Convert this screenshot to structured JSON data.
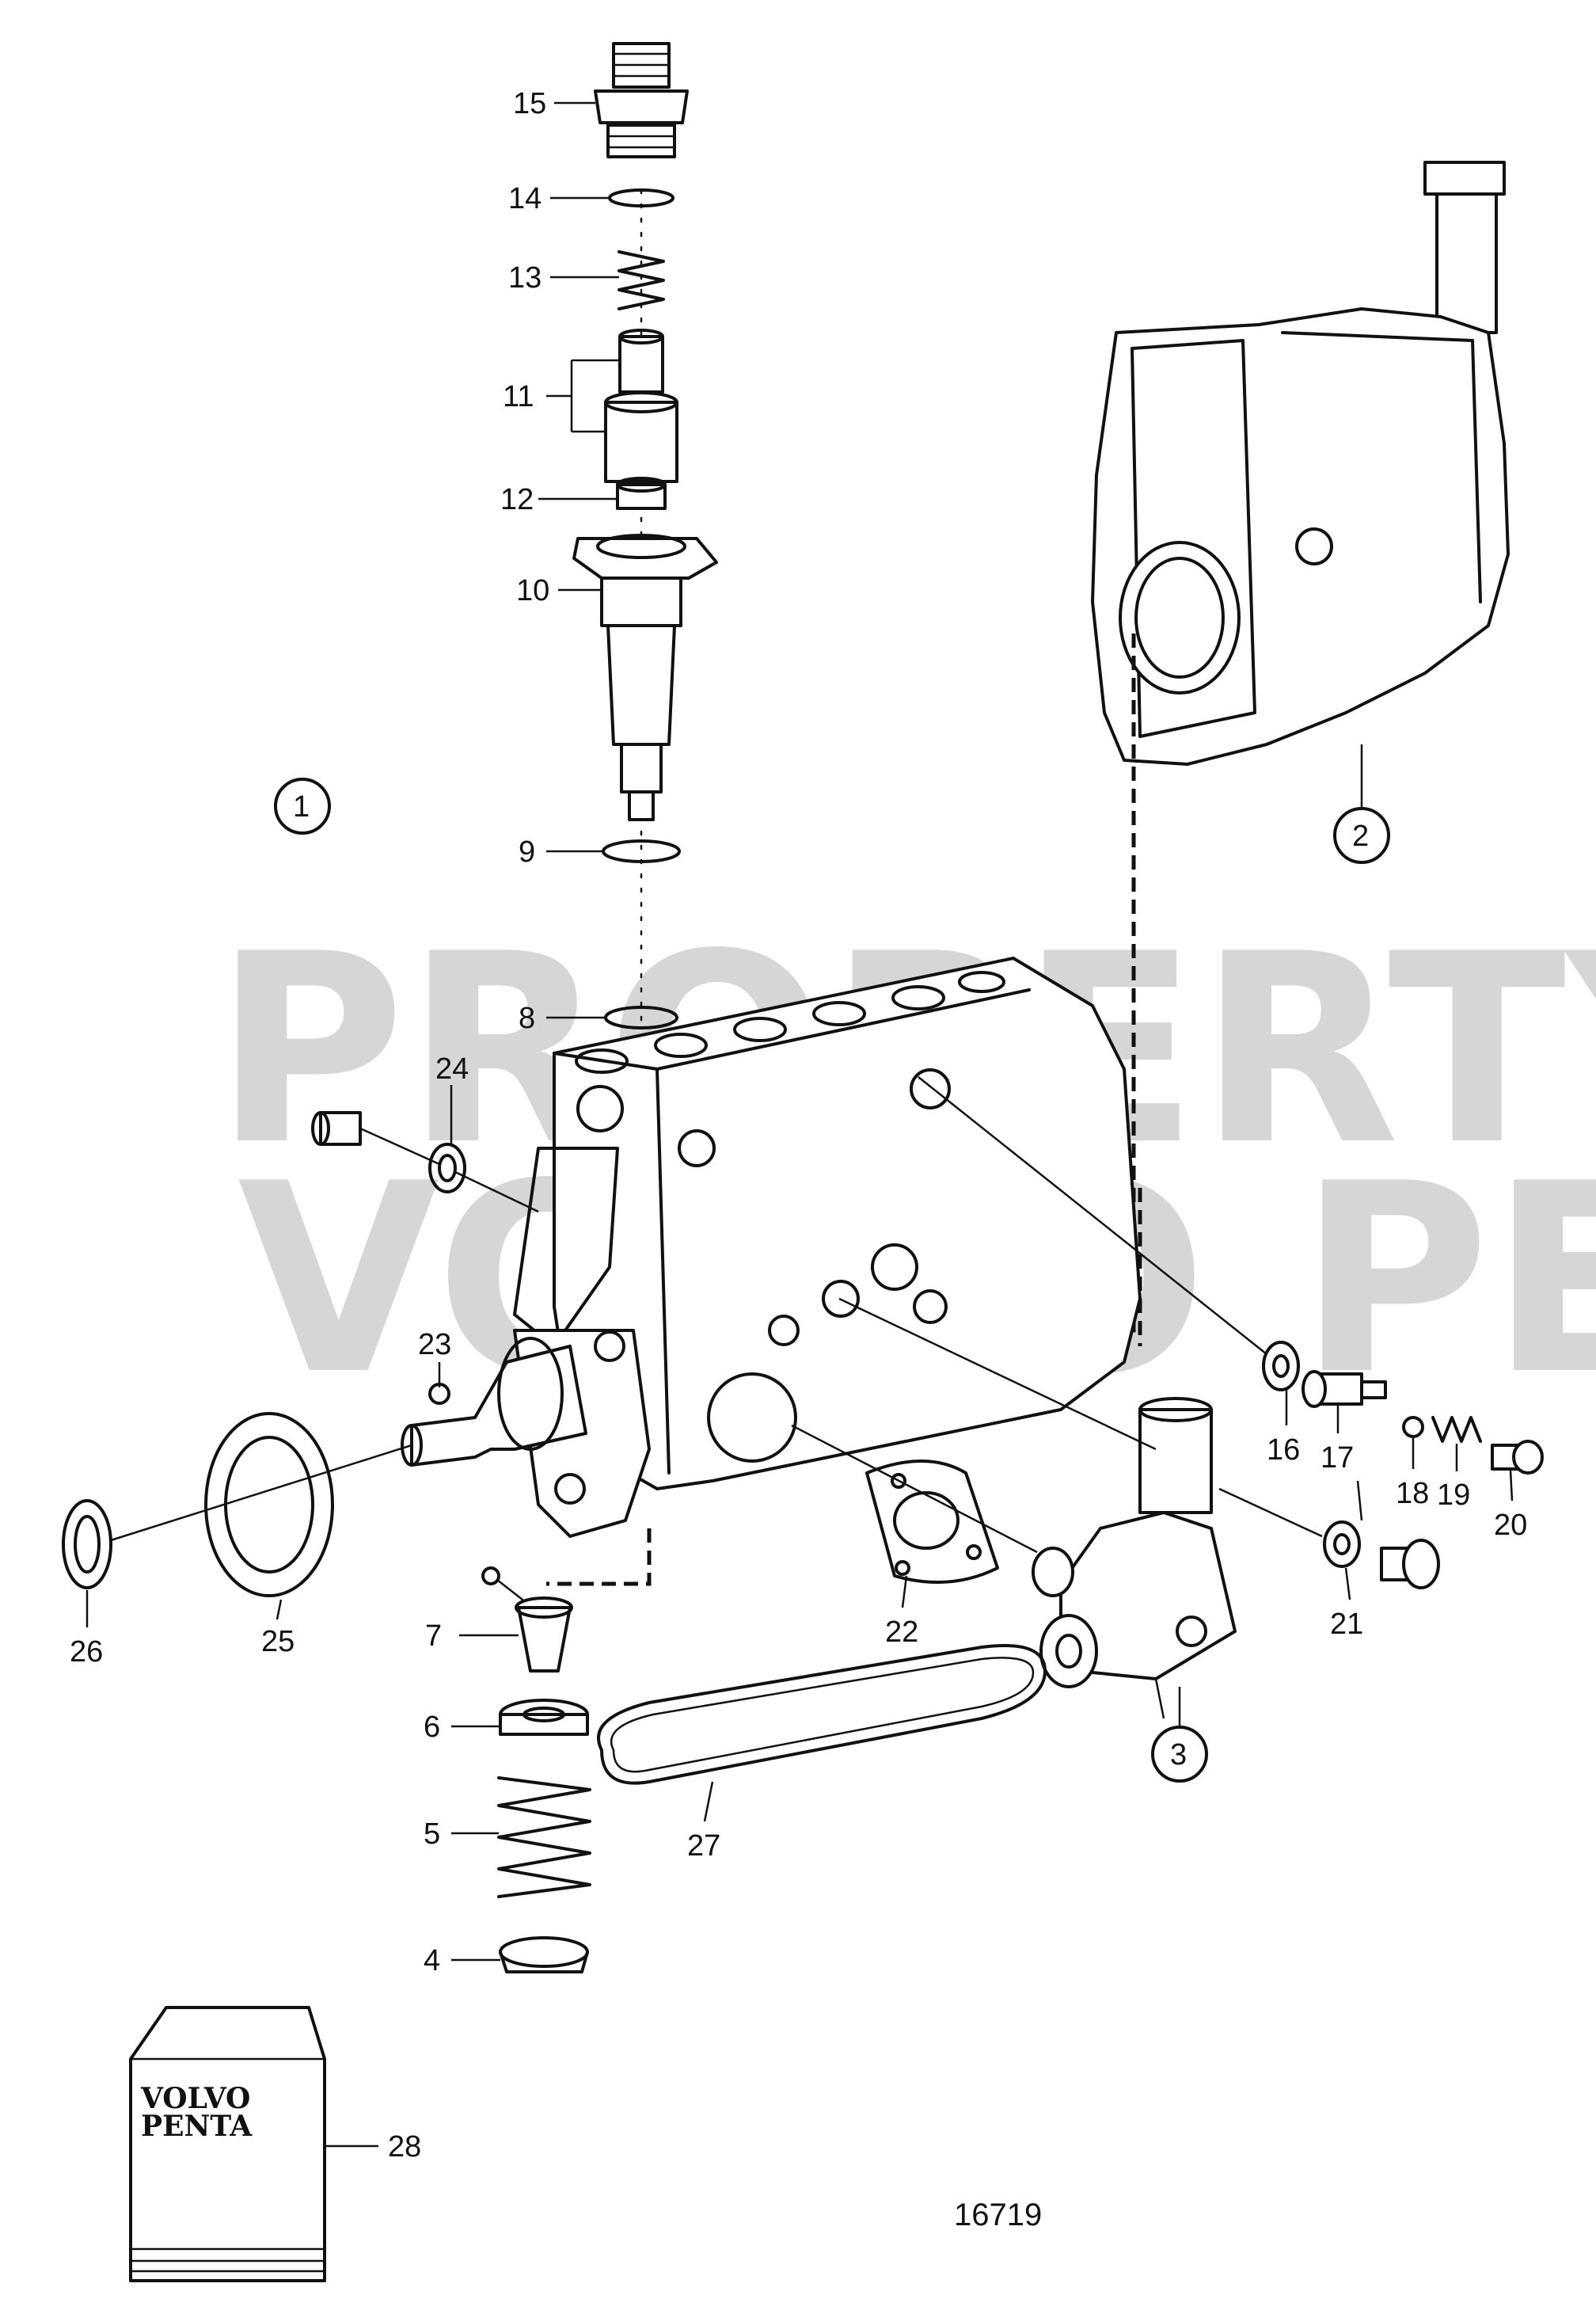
{
  "watermark": {
    "line1": "PROPERTY OF",
    "line2": "VOLVO PENTA"
  },
  "drawing_number": "16719",
  "booklet": {
    "line1": "VOLVO",
    "line2": "PENTA"
  },
  "circled_labels": [
    "1",
    "2",
    "3"
  ],
  "part_labels": [
    "4",
    "5",
    "6",
    "7",
    "8",
    "9",
    "10",
    "11",
    "12",
    "13",
    "14",
    "15",
    "16",
    "17",
    "18",
    "19",
    "20",
    "21",
    "22",
    "23",
    "24",
    "25",
    "26",
    "27",
    "28"
  ]
}
